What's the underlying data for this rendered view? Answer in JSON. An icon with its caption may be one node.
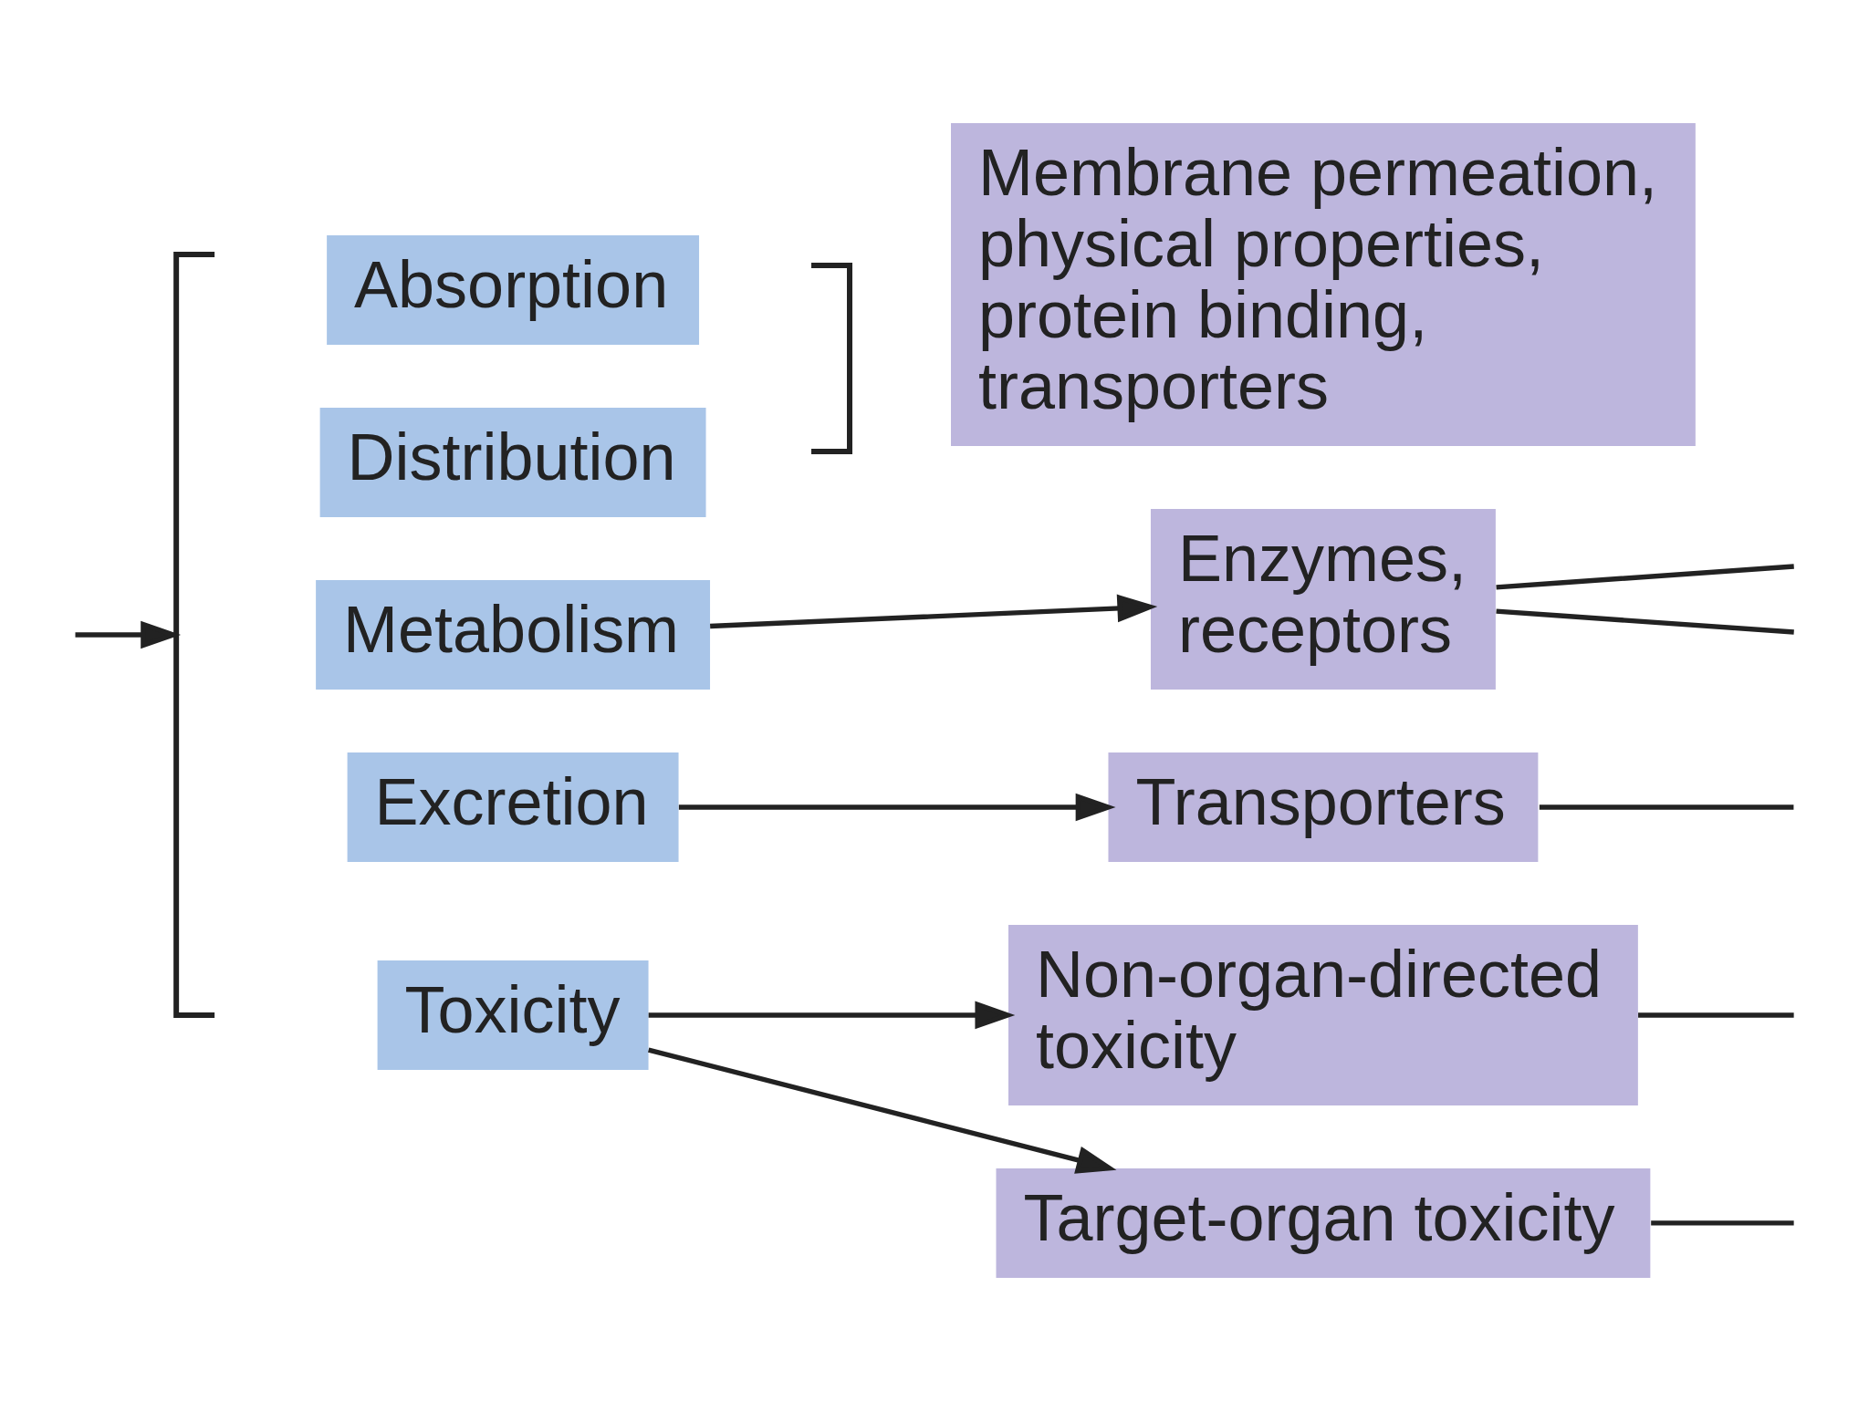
{
  "diagram": {
    "nodes": [
      {
        "text": [],
        "shape": "bracket"
      },
      {
        "text": [
          "Absorption"
        ]
      },
      {
        "text": [
          "Distribution"
        ]
      },
      {
        "text": [
          "Membrane permeation, physical properties, protein binding, transporters"
        ]
      },
      {
        "text": [
          "Metabolism"
        ]
      },
      {
        "text": [
          "Enzymes, receptors"
        ]
      },
      {
        "text": [
          "Excretion"
        ]
      },
      {
        "text": [
          "Transporters"
        ]
      },
      {
        "text": [
          "Toxicity"
        ]
      },
      {
        "text": [
          "Non-organ-directed toxicity"
        ]
      },
      {
        "text": [
          "Target-organ toxicity"
        ]
      }
    ],
    "edges": [
      {
        "from": null,
        "to": 0,
        "arrow": "to"
      },
      {
        "from": 4,
        "to": 5,
        "arrow": "to"
      },
      {
        "from": 6,
        "to": 7,
        "arrow": "to"
      },
      {
        "from": 8,
        "to": 9,
        "arrow": "to"
      },
      {
        "from": 8,
        "to": 10,
        "arrow": "to"
      },
      {
        "from": 5,
        "to": null,
        "arrow": "none"
      },
      {
        "from": 5,
        "to": null,
        "arrow": "none"
      },
      {
        "from": 7,
        "to": null,
        "arrow": "none"
      },
      {
        "from": 9,
        "to": null,
        "arrow": "none"
      },
      {
        "from": 10,
        "to": null,
        "arrow": "none"
      }
    ]
  }
}
